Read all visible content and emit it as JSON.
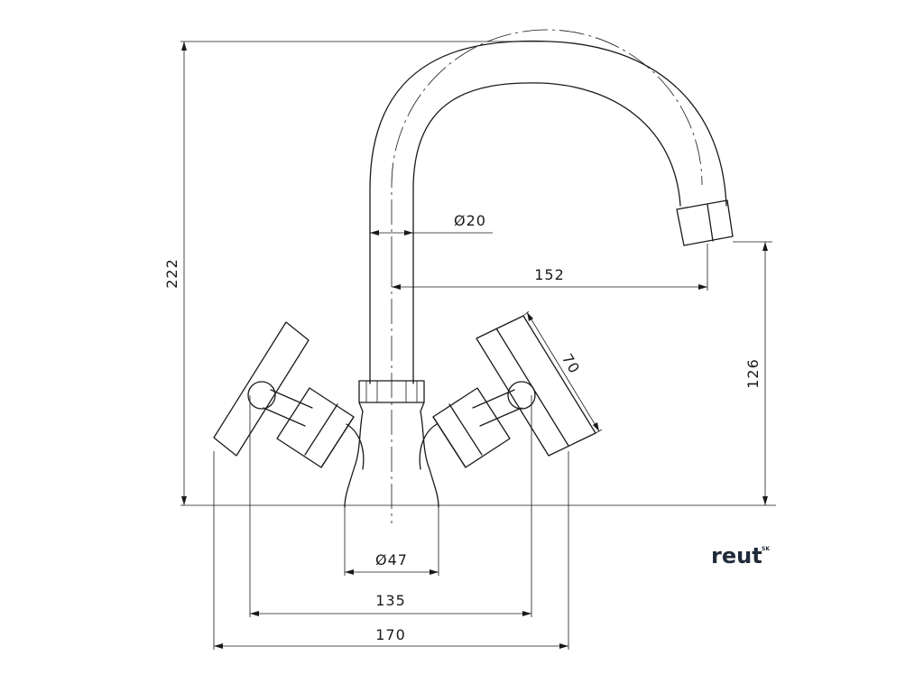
{
  "dimensions": {
    "height_total": "222",
    "spout_diameter": "Ø20",
    "spout_reach": "152",
    "spout_height": "126",
    "handle_length": "70",
    "base_diameter": "Ø47",
    "handle_span": "135",
    "overall_width": "170"
  },
  "logo": {
    "main": "reut",
    "sub": "SK"
  },
  "colors": {
    "line": "#1a1a1a",
    "logo": "#1f2a3a",
    "background": "#ffffff"
  }
}
